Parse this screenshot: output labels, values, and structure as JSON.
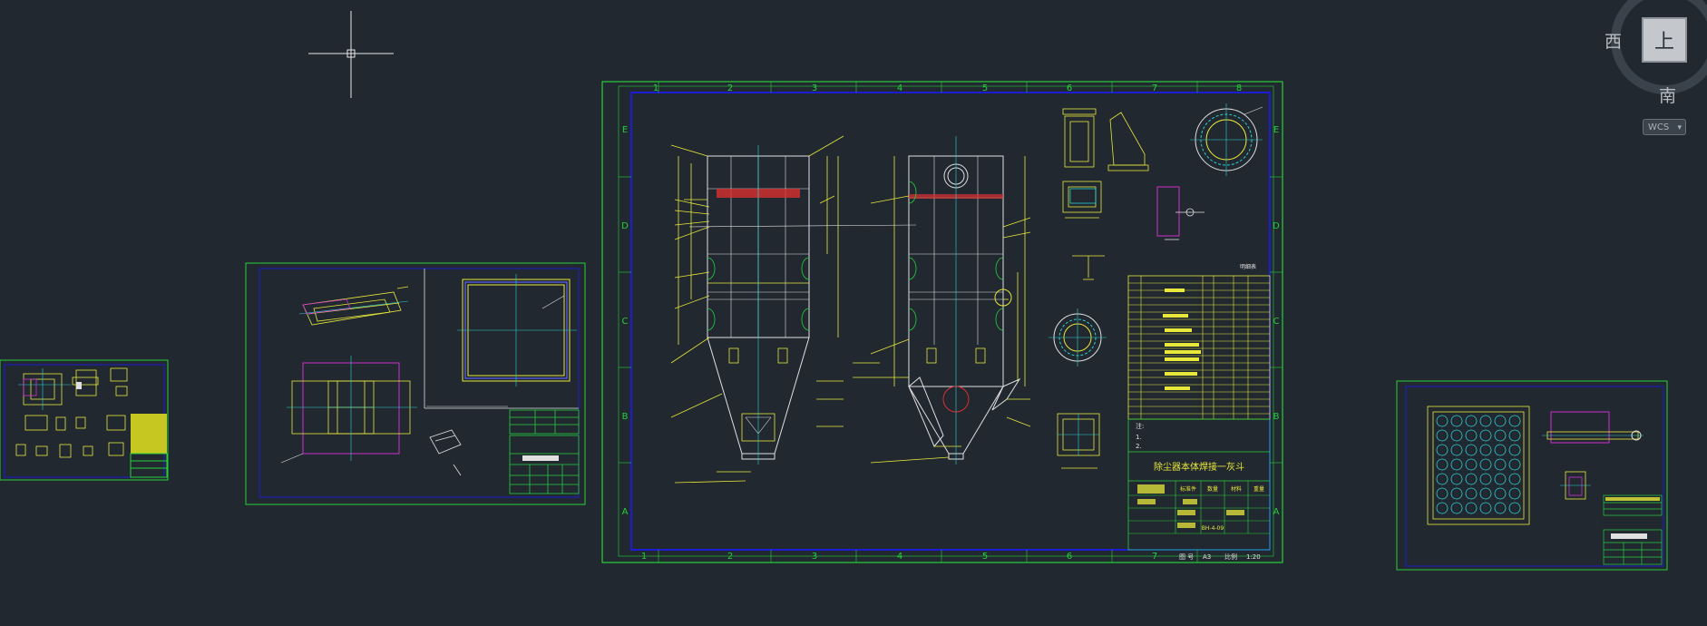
{
  "viewcube": {
    "top_face": "上",
    "west_label": "西",
    "south_label": "南",
    "ucs_label": "WCS"
  },
  "main_sheet": {
    "grid_columns": [
      "1",
      "2",
      "3",
      "4",
      "5",
      "6",
      "7",
      "8"
    ],
    "grid_rows": [
      "E",
      "D",
      "C",
      "B",
      "A"
    ],
    "title": "除尘器本体焊接一灰斗",
    "table_header": [
      "标准件",
      "数量",
      "材料",
      "重量"
    ],
    "drawing_number": "BH-4-09",
    "scale_label": "比例",
    "scale_value": "1:20",
    "sheet_label": "图 号",
    "sheet_value": "A3",
    "parts_heading": "明细表",
    "notes": [
      "注:",
      "1.",
      "2."
    ]
  },
  "colors": {
    "background": "#212830",
    "frame_green": "#26d03a",
    "border_blue": "#1c1cd0",
    "line_yellow": "#e8e83a",
    "line_white": "#e0e0e0",
    "center_cyan": "#2ad0d0",
    "accent_magenta": "#d030d0",
    "hatch_red": "#d83030"
  }
}
